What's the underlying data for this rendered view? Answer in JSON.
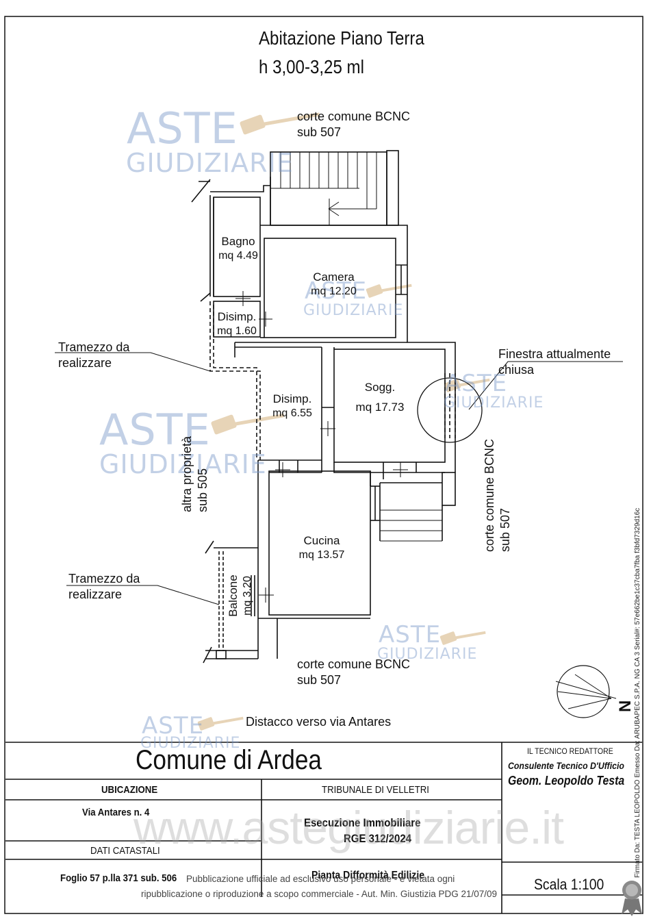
{
  "header": {
    "title": "Abitazione Piano Terra",
    "height": "h 3,00-3,25 ml"
  },
  "labels": {
    "corte_top_line1": "corte comune BCNC",
    "corte_top_line2": "sub 507",
    "corte_bottom_line1": "corte comune BCNC",
    "corte_bottom_line2": "sub 507",
    "corte_right_line1": "corte comune BCNC",
    "corte_right_line2": "sub 507",
    "altra_line1": "altra proprietà",
    "altra_line2": "sub 505",
    "tramezzo1_line1": "Tramezzo da",
    "tramezzo1_line2": "realizzare",
    "tramezzo2_line1": "Tramezzo da",
    "tramezzo2_line2": "realizzare",
    "finestra_line1": "Finestra attualmente",
    "finestra_line2": "chiusa",
    "distacco": "Distacco verso via Antares",
    "north": "N"
  },
  "rooms": [
    {
      "name": "Bagno",
      "area": "mq 4.49"
    },
    {
      "name": "Camera",
      "area": "mq 12.20"
    },
    {
      "name": "Disimp.",
      "area": "mq 1.60"
    },
    {
      "name": "Disimp.",
      "area": "mq 6.55"
    },
    {
      "name": "Sogg.",
      "area": "mq 17.73"
    },
    {
      "name": "Cucina",
      "area": "mq 13.57"
    },
    {
      "name": "Balcone",
      "area": "mq 3.20"
    }
  ],
  "watermark": {
    "line1": "ASTE",
    "line2": "GIUDIZIARIE",
    "site": "www.astegiudiziarie.it"
  },
  "titleblock": {
    "comune": "Comune di Ardea",
    "ubicazione_label": "UBICAZIONE",
    "ubicazione_value": "Via Antares n. 4",
    "dati_label": "DATI CATASTALI",
    "dati_value": "Foglio 57  p.lla 371  sub. 506",
    "tribunale": "TRIBUNALE DI VELLETRI",
    "esecuzione": "Esecuzione Immobiliare",
    "rge": "RGE  312/2024",
    "pianta": "Pianta Difformità Edilizie",
    "tecnico_label": "IL TECNICO REDATTORE",
    "consulente": "Consulente Tecnico D'Ufficio",
    "geom": "Geom. Leopoldo Testa",
    "scala": "Scala 1:100"
  },
  "footer": {
    "line1": "Pubblicazione ufficiale ad esclusivo uso personale - è vietata ogni",
    "line2": "ripubblicazione o riproduzione a scopo commerciale - Aut. Min. Giustizia PDG 21/07/09"
  },
  "signature": "Firmato Da: TESTA LEOPOLDO Emesso Da: ARUBAPEC S.P.A. NG CA 3 Serial#: 57e662be1c37cba7fba f3bfd7329d16c",
  "colors": {
    "ink": "#111111",
    "watermark": "#8aa4cc",
    "hammer": "#c9a06a"
  }
}
